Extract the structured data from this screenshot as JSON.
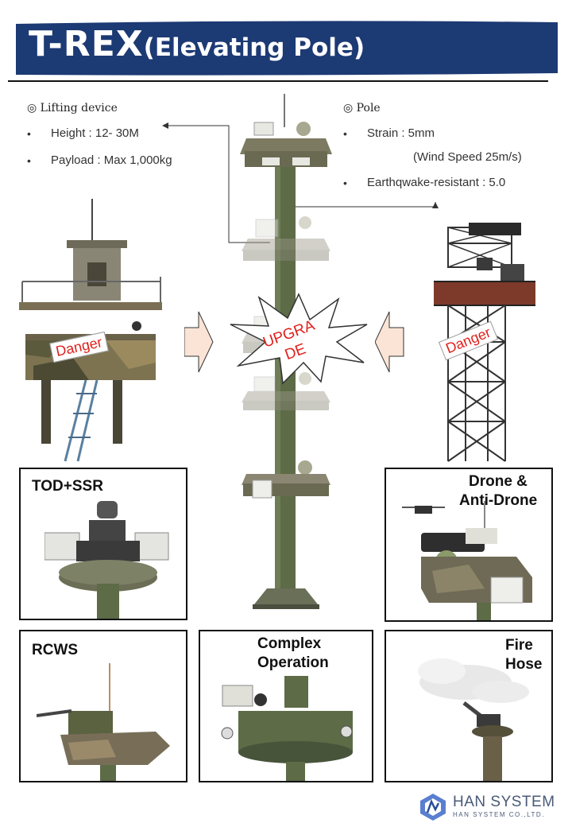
{
  "header": {
    "title_main": "T-REX",
    "title_sub": "(Elevating Pole)"
  },
  "lifting_device": {
    "heading": "◎ Lifting device",
    "items": [
      "Height : 12- 30M",
      "Payload : Max 1,000kg"
    ]
  },
  "pole": {
    "heading": "◎ Pole",
    "items": [
      "Strain : 5mm",
      "(Wind Speed 25m/s)",
      "Earthqwake-resistant : 5.0"
    ]
  },
  "labels": {
    "danger_left": "Danger",
    "danger_right": "Danger",
    "upgrade_line1": "UPGRA",
    "upgrade_line2": "DE"
  },
  "boxes": {
    "tod_ssr": "TOD+SSR",
    "drone_line1": "Drone &",
    "drone_line2": "Anti-Drone",
    "rcws": "RCWS",
    "complex_line1": "Complex",
    "complex_line2": "Operation",
    "fire_line1": "Fire",
    "fire_line2": "Hose"
  },
  "logo": {
    "name": "HAN SYSTEM",
    "sub": "HAN SYSTEM CO.,LTD."
  },
  "colors": {
    "banner": "#1c3a74",
    "danger_text": "#e0201c",
    "pole_green": "#5d6b47",
    "camo": "#6a6a52"
  }
}
